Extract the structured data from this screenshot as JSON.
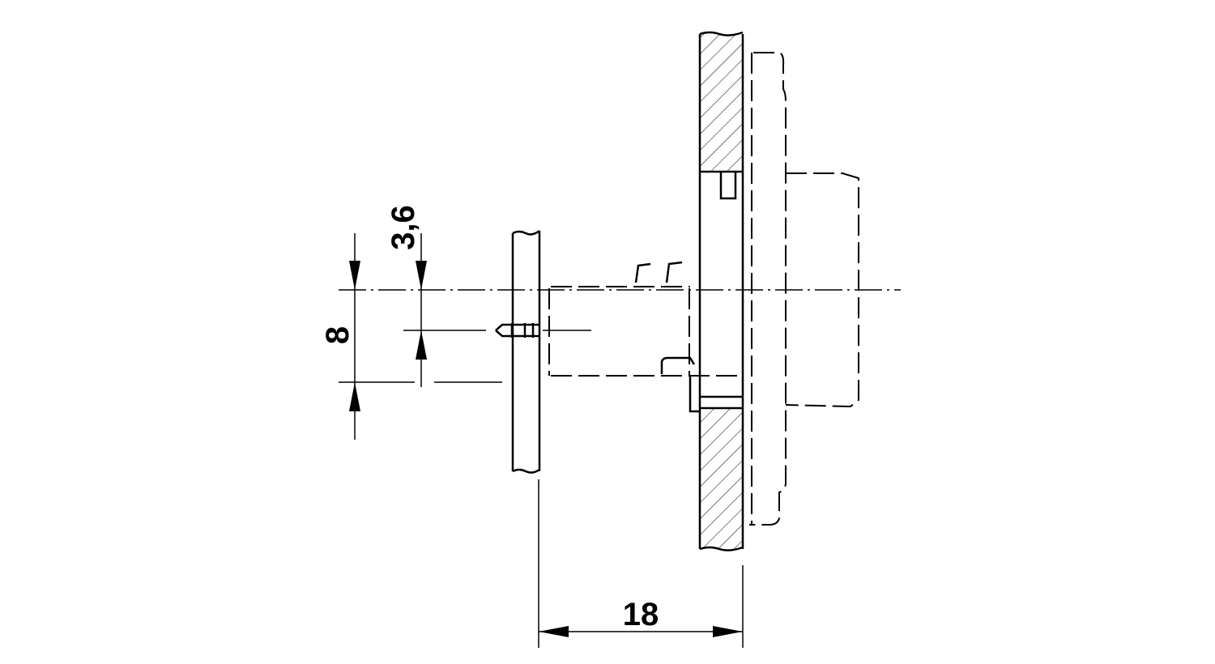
{
  "dimensions": {
    "height_outer": "8",
    "height_offset": "3,6",
    "width": "18"
  }
}
